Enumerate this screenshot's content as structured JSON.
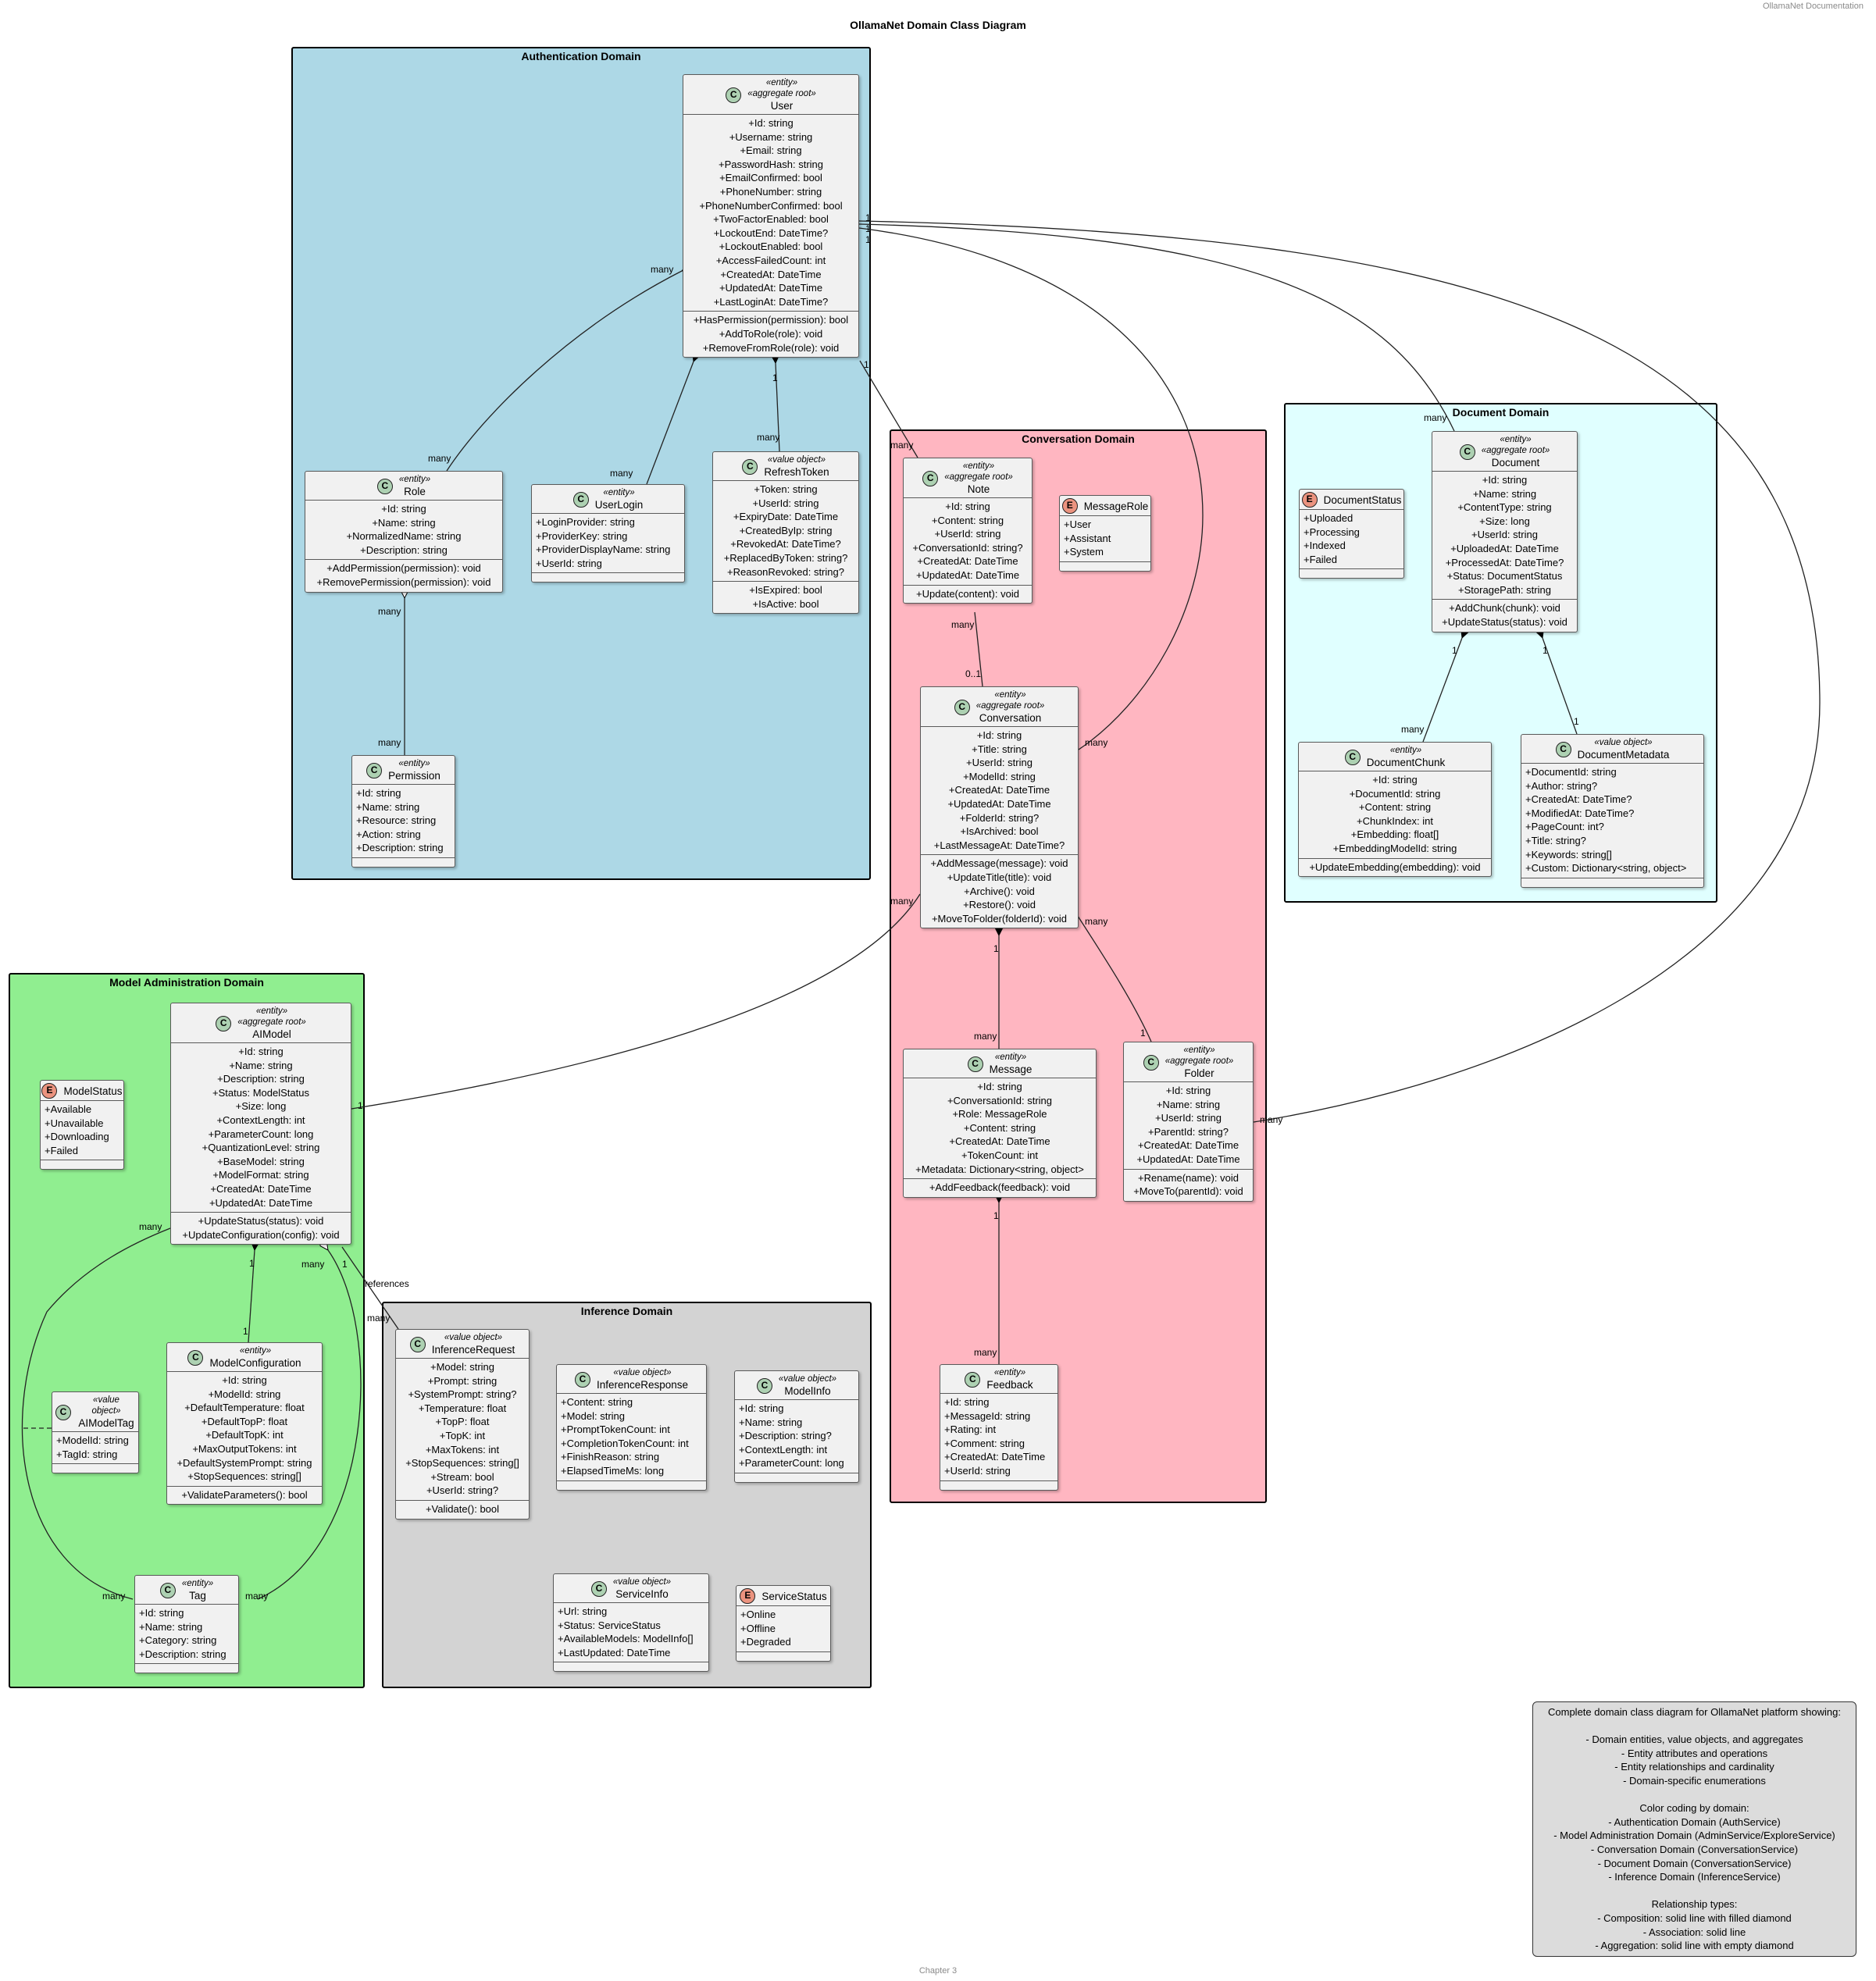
{
  "header": "OllamaNet Documentation",
  "footer": "Chapter 3",
  "title": "OllamaNet Domain Class Diagram",
  "colors": {
    "auth": "#add8e6",
    "model": "#90ee90",
    "conversation": "#ffb6c1",
    "document": "#e0ffff",
    "inference": "#d3d3d3",
    "note": "#dcdcdc"
  },
  "domains": {
    "auth": "Authentication Domain",
    "conversation": "Conversation Domain",
    "document": "Document Domain",
    "model": "Model Administration Domain",
    "inference": "Inference Domain"
  },
  "classes": {
    "user": {
      "kind": "class",
      "stereo1": "«entity»",
      "stereo2": "«aggregate root»",
      "name": "User",
      "attrs": [
        "+Id: string",
        "+Username: string",
        "+Email: string",
        "+PasswordHash: string",
        "+EmailConfirmed: bool",
        "+PhoneNumber: string",
        "+PhoneNumberConfirmed: bool",
        "+TwoFactorEnabled: bool",
        "+LockoutEnd: DateTime?",
        "+LockoutEnabled: bool",
        "+AccessFailedCount: int",
        "+CreatedAt: DateTime",
        "+UpdatedAt: DateTime",
        "+LastLoginAt: DateTime?"
      ],
      "ops": [
        "+HasPermission(permission): bool",
        "+AddToRole(role): void",
        "+RemoveFromRole(role): void"
      ]
    },
    "role": {
      "kind": "class",
      "stereo1": "«entity»",
      "name": "Role",
      "attrs": [
        "+Id: string",
        "+Name: string",
        "+NormalizedName: string",
        "+Description: string"
      ],
      "ops": [
        "+AddPermission(permission): void",
        "+RemovePermission(permission): void"
      ]
    },
    "userlogin": {
      "kind": "class",
      "stereo1": "«entity»",
      "name": "UserLogin",
      "attrs": [
        "+LoginProvider: string",
        "+ProviderKey: string",
        "+ProviderDisplayName: string",
        "+UserId: string"
      ],
      "ops": []
    },
    "refreshtoken": {
      "kind": "class",
      "stereo1": "«value object»",
      "name": "RefreshToken",
      "attrs": [
        "+Token: string",
        "+UserId: string",
        "+ExpiryDate: DateTime",
        "+CreatedByIp: string",
        "+RevokedAt: DateTime?",
        "+ReplacedByToken: string?",
        "+ReasonRevoked: string?"
      ],
      "ops": [
        "+IsExpired: bool",
        "+IsActive: bool"
      ]
    },
    "permission": {
      "kind": "class",
      "stereo1": "«entity»",
      "name": "Permission",
      "attrs": [
        "+Id: string",
        "+Name: string",
        "+Resource: string",
        "+Action: string",
        "+Description: string"
      ],
      "ops": []
    },
    "note": {
      "kind": "class",
      "stereo1": "«entity»",
      "stereo2": "«aggregate root»",
      "name": "Note",
      "attrs": [
        "+Id: string",
        "+Content: string",
        "+UserId: string",
        "+ConversationId: string?",
        "+CreatedAt: DateTime",
        "+UpdatedAt: DateTime"
      ],
      "ops": [
        "+Update(content): void"
      ]
    },
    "messagerole": {
      "kind": "enum",
      "name": "MessageRole",
      "attrs": [
        "+User",
        "+Assistant",
        "+System"
      ],
      "ops": []
    },
    "conversation": {
      "kind": "class",
      "stereo1": "«entity»",
      "stereo2": "«aggregate root»",
      "name": "Conversation",
      "attrs": [
        "+Id: string",
        "+Title: string",
        "+UserId: string",
        "+ModelId: string",
        "+CreatedAt: DateTime",
        "+UpdatedAt: DateTime",
        "+FolderId: string?",
        "+IsArchived: bool",
        "+LastMessageAt: DateTime?"
      ],
      "ops": [
        "+AddMessage(message): void",
        "+UpdateTitle(title): void",
        "+Archive(): void",
        "+Restore(): void",
        "+MoveToFolder(folderId): void"
      ]
    },
    "message": {
      "kind": "class",
      "stereo1": "«entity»",
      "name": "Message",
      "attrs": [
        "+Id: string",
        "+ConversationId: string",
        "+Role: MessageRole",
        "+Content: string",
        "+CreatedAt: DateTime",
        "+TokenCount: int",
        "+Metadata: Dictionary<string, object>"
      ],
      "ops": [
        "+AddFeedback(feedback): void"
      ]
    },
    "folder": {
      "kind": "class",
      "stereo1": "«entity»",
      "stereo2": "«aggregate root»",
      "name": "Folder",
      "attrs": [
        "+Id: string",
        "+Name: string",
        "+UserId: string",
        "+ParentId: string?",
        "+CreatedAt: DateTime",
        "+UpdatedAt: DateTime"
      ],
      "ops": [
        "+Rename(name): void",
        "+MoveTo(parentId): void"
      ]
    },
    "feedback": {
      "kind": "class",
      "stereo1": "«entity»",
      "name": "Feedback",
      "attrs": [
        "+Id: string",
        "+MessageId: string",
        "+Rating: int",
        "+Comment: string",
        "+CreatedAt: DateTime",
        "+UserId: string"
      ],
      "ops": []
    },
    "documentstatus": {
      "kind": "enum",
      "name": "DocumentStatus",
      "attrs": [
        "+Uploaded",
        "+Processing",
        "+Indexed",
        "+Failed"
      ],
      "ops": []
    },
    "document": {
      "kind": "class",
      "stereo1": "«entity»",
      "stereo2": "«aggregate root»",
      "name": "Document",
      "attrs": [
        "+Id: string",
        "+Name: string",
        "+ContentType: string",
        "+Size: long",
        "+UserId: string",
        "+UploadedAt: DateTime",
        "+ProcessedAt: DateTime?",
        "+Status: DocumentStatus",
        "+StoragePath: string"
      ],
      "ops": [
        "+AddChunk(chunk): void",
        "+UpdateStatus(status): void"
      ]
    },
    "documentchunk": {
      "kind": "class",
      "stereo1": "«entity»",
      "name": "DocumentChunk",
      "attrs": [
        "+Id: string",
        "+DocumentId: string",
        "+Content: string",
        "+ChunkIndex: int",
        "+Embedding: float[]",
        "+EmbeddingModelId: string"
      ],
      "ops": [
        "+UpdateEmbedding(embedding): void"
      ]
    },
    "documentmetadata": {
      "kind": "class",
      "stereo1": "«value object»",
      "name": "DocumentMetadata",
      "attrs": [
        "+DocumentId: string",
        "+Author: string?",
        "+CreatedAt: DateTime?",
        "+ModifiedAt: DateTime?",
        "+PageCount: int?",
        "+Title: string?",
        "+Keywords: string[]",
        "+Custom: Dictionary<string, object>"
      ],
      "ops": []
    },
    "modelstatus": {
      "kind": "enum",
      "name": "ModelStatus",
      "attrs": [
        "+Available",
        "+Unavailable",
        "+Downloading",
        "+Failed"
      ],
      "ops": []
    },
    "aimodel": {
      "kind": "class",
      "stereo1": "«entity»",
      "stereo2": "«aggregate root»",
      "name": "AIModel",
      "attrs": [
        "+Id: string",
        "+Name: string",
        "+Description: string",
        "+Status: ModelStatus",
        "+Size: long",
        "+ContextLength: int",
        "+ParameterCount: long",
        "+QuantizationLevel: string",
        "+BaseModel: string",
        "+ModelFormat: string",
        "+CreatedAt: DateTime",
        "+UpdatedAt: DateTime"
      ],
      "ops": [
        "+UpdateStatus(status): void",
        "+UpdateConfiguration(config): void"
      ]
    },
    "aimodeltag": {
      "kind": "class",
      "stereo1": "«value object»",
      "name": "AIModelTag",
      "attrs": [
        "+ModelId: string",
        "+TagId: string"
      ],
      "ops": []
    },
    "modelconfiguration": {
      "kind": "class",
      "stereo1": "«entity»",
      "name": "ModelConfiguration",
      "attrs": [
        "+Id: string",
        "+ModelId: string",
        "+DefaultTemperature: float",
        "+DefaultTopP: float",
        "+DefaultTopK: int",
        "+MaxOutputTokens: int",
        "+DefaultSystemPrompt: string",
        "+StopSequences: string[]"
      ],
      "ops": [
        "+ValidateParameters(): bool"
      ]
    },
    "tag": {
      "kind": "class",
      "stereo1": "«entity»",
      "name": "Tag",
      "attrs": [
        "+Id: string",
        "+Name: string",
        "+Category: string",
        "+Description: string"
      ],
      "ops": []
    },
    "inferencerequest": {
      "kind": "class",
      "stereo1": "«value object»",
      "name": "InferenceRequest",
      "attrs": [
        "+Model: string",
        "+Prompt: string",
        "+SystemPrompt: string?",
        "+Temperature: float",
        "+TopP: float",
        "+TopK: int",
        "+MaxTokens: int",
        "+StopSequences: string[]",
        "+Stream: bool",
        "+UserId: string?"
      ],
      "ops": [
        "+Validate(): bool"
      ]
    },
    "inferenceresponse": {
      "kind": "class",
      "stereo1": "«value object»",
      "name": "InferenceResponse",
      "attrs": [
        "+Content: string",
        "+Model: string",
        "+PromptTokenCount: int",
        "+CompletionTokenCount: int",
        "+FinishReason: string",
        "+ElapsedTimeMs: long"
      ],
      "ops": []
    },
    "modelinfo": {
      "kind": "class",
      "stereo1": "«value object»",
      "name": "ModelInfo",
      "attrs": [
        "+Id: string",
        "+Name: string",
        "+Description: string?",
        "+ContextLength: int",
        "+ParameterCount: long"
      ],
      "ops": []
    },
    "serviceinfo": {
      "kind": "class",
      "stereo1": "«value object»",
      "name": "ServiceInfo",
      "attrs": [
        "+Url: string",
        "+Status: ServiceStatus",
        "+AvailableModels: ModelInfo[]",
        "+LastUpdated: DateTime"
      ],
      "ops": []
    },
    "servicestatus": {
      "kind": "enum",
      "name": "ServiceStatus",
      "attrs": [
        "+Online",
        "+Offline",
        "+Degraded"
      ],
      "ops": []
    }
  },
  "multiplicity": {
    "many": "many",
    "one": "1",
    "zero_one": "0..1",
    "references": "references"
  },
  "legend_note": [
    "Complete domain class diagram for OllamaNet platform showing:",
    "",
    "- Domain entities, value objects, and aggregates",
    "- Entity attributes and operations",
    "- Entity relationships and cardinality",
    "- Domain-specific enumerations",
    "",
    "Color coding by domain:",
    "- Authentication Domain (AuthService)",
    "- Model Administration Domain (AdminService/ExploreService)",
    "- Conversation Domain (ConversationService)",
    "- Document Domain (ConversationService)",
    "- Inference Domain (InferenceService)",
    "",
    "Relationship types:",
    "- Composition: solid line with filled diamond",
    "- Association: solid line",
    "- Aggregation: solid line with empty diamond"
  ]
}
